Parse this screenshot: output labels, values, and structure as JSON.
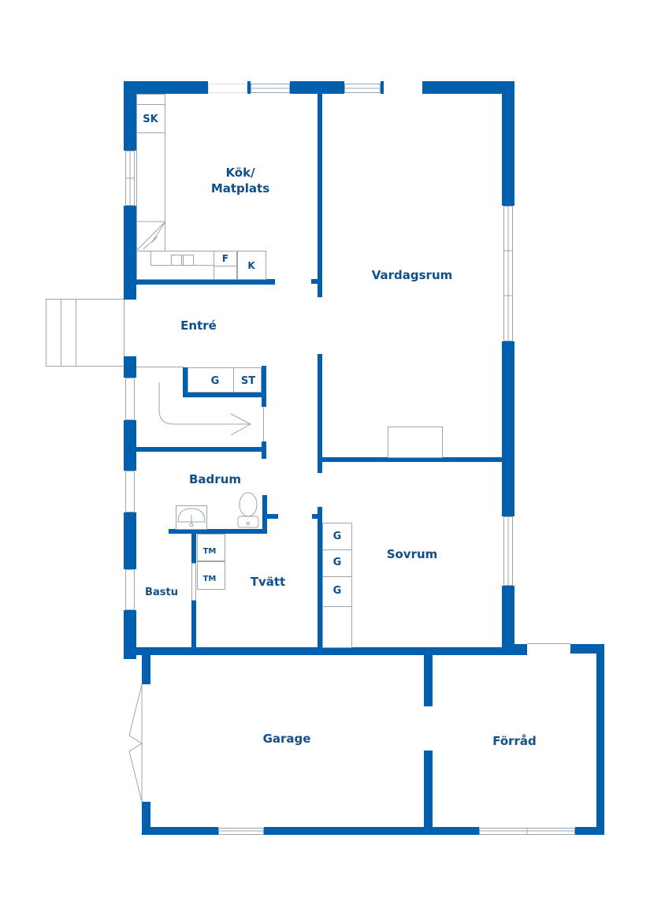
{
  "plan": {
    "wall_color": "#0060ae",
    "label_color": "#0e4f8c",
    "fixture_line_color": "#9aa7b3"
  },
  "rooms": {
    "kitchen": "Kök/",
    "kitchen_line2": "Matplats",
    "living": "Vardagsrum",
    "entrance": "Entré",
    "bathroom": "Badrum",
    "sauna": "Bastu",
    "laundry": "Tvätt",
    "bedroom": "Sovrum",
    "garage": "Garage",
    "storage": "Förråd"
  },
  "fixtures": {
    "broom_closet": "SK",
    "fridge": "F",
    "freezer": "K",
    "wardrobe": "G",
    "cleaning_closet": "ST",
    "washing_machine_1": "TM",
    "washing_machine_2": "TM",
    "bedroom_wardrobe_1": "G",
    "bedroom_wardrobe_2": "G",
    "bedroom_wardrobe_3": "G"
  }
}
